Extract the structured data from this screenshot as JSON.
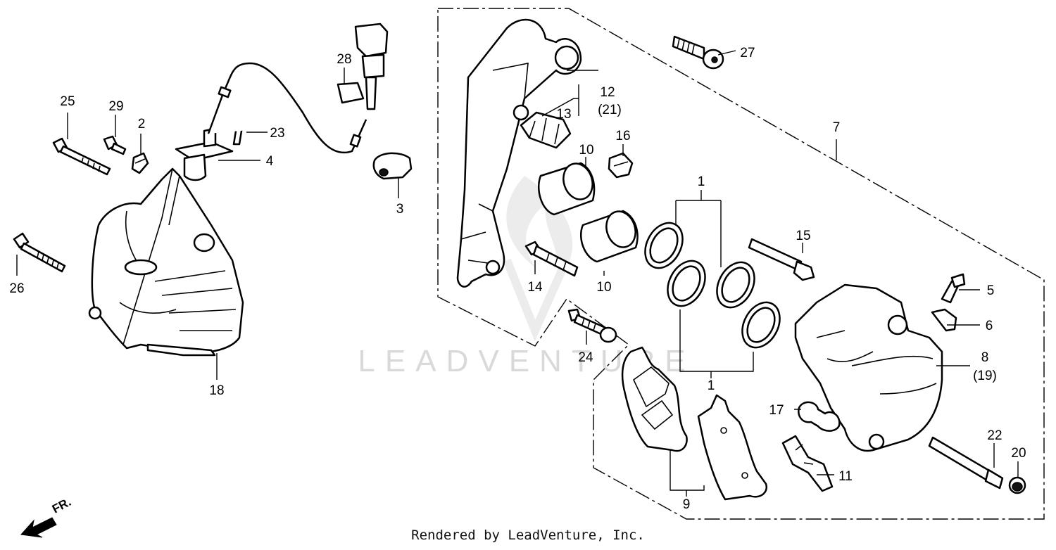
{
  "watermark": "LEADVENTURE",
  "direction_marker": "FR.",
  "credit": "Rendered by LeadVenture, Inc.",
  "callouts": {
    "c1a": "1",
    "c1b": "1",
    "c2": "2",
    "c3": "3",
    "c4": "4",
    "c5": "5",
    "c6": "6",
    "c7": "7",
    "c8": "8",
    "c8b": "(19)",
    "c9": "9",
    "c10a": "10",
    "c10b": "10",
    "c11": "11",
    "c12": "12",
    "c12b": "(21)",
    "c13": "13",
    "c14": "14",
    "c15": "15",
    "c16": "16",
    "c17": "17",
    "c18": "18",
    "c20": "20",
    "c22": "22",
    "c23": "23",
    "c24": "24",
    "c25": "25",
    "c26": "26",
    "c27": "27",
    "c28": "28",
    "c29": "29"
  }
}
